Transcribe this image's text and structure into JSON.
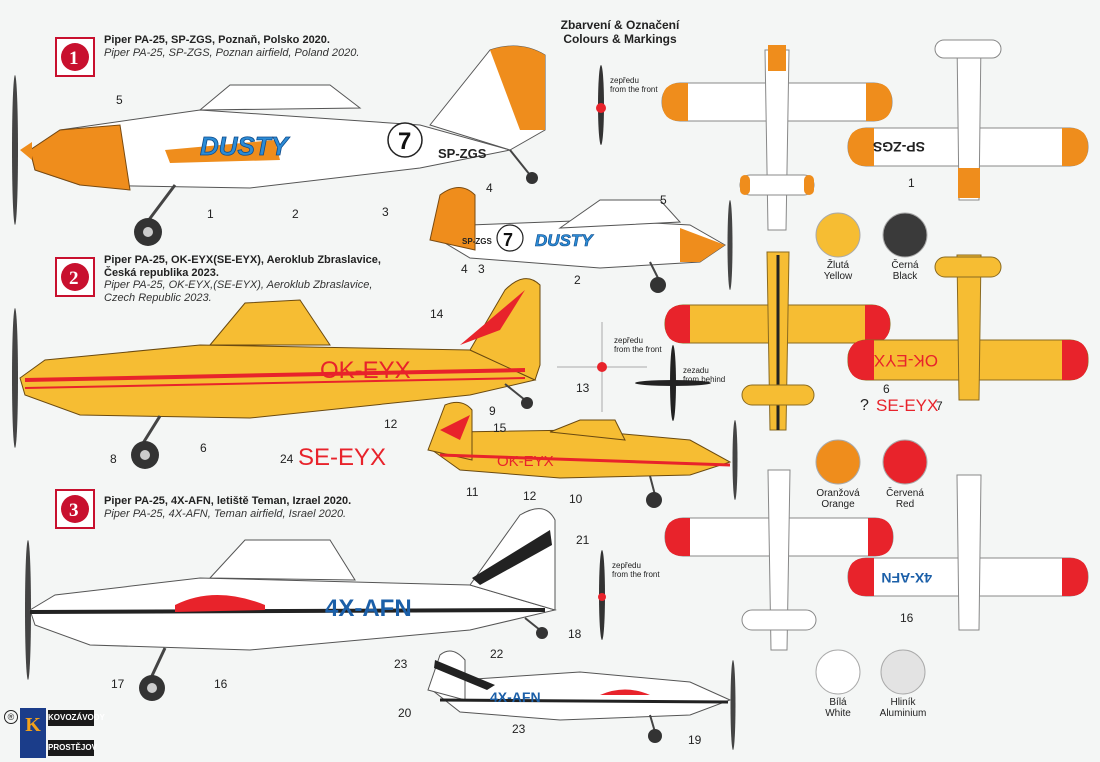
{
  "title": {
    "line1": "Zbarvení & Označení",
    "line2": "Colours & Markings"
  },
  "schemes": [
    {
      "number": "1",
      "cz": "Piper PA-25, SP-ZGS, Poznaň, Polsko 2020.",
      "en": "Piper PA-25, SP-ZGS, Poznan airfield, Poland 2020.",
      "registration": "SP-ZGS",
      "name": "DUSTY",
      "race_number": "7"
    },
    {
      "number": "2",
      "cz1": "Piper PA-25, OK-EYX(SE-EYX), Aeroklub Zbraslavice,",
      "cz2": "Česká republika 2023.",
      "en1": "Piper PA-25, OK-EYX,(SE-EYX), Aeroklub Zbraslavice,",
      "en2": "Czech Republic 2023.",
      "registration": "OK-EYX",
      "alt_registration": "SE-EYX",
      "wing_top": "OK-EYX",
      "wing_bottom": "SE-EYX"
    },
    {
      "number": "3",
      "cz": "Piper PA-25, 4X-AFN, letiště Teman, Izrael 2020.",
      "en": "Piper PA-25, 4X-AFN, Teman airfield, Israel 2020.",
      "registration": "4X-AFN"
    }
  ],
  "view_labels": {
    "front_cz": "zepředu",
    "front_en": "from the front",
    "behind_cz": "zezadu",
    "behind_en": "from behind"
  },
  "swatches": [
    {
      "cz": "Žlutá",
      "en": "Yellow",
      "color": "#f6bd33"
    },
    {
      "cz": "Černá",
      "en": "Black",
      "color": "#3a3a3a"
    },
    {
      "cz": "Oranžová",
      "en": "Orange",
      "color": "#ef8d1c"
    },
    {
      "cz": "Červená",
      "en": "Red",
      "color": "#e8232b"
    },
    {
      "cz": "Bílá",
      "en": "White",
      "color": "#ffffff"
    },
    {
      "cz": "Hliník",
      "en": "Aluminium",
      "color": "#e3e3e3"
    }
  ],
  "callouts": {
    "s1": [
      "5",
      "1",
      "2",
      "3",
      "4"
    ],
    "s1b": [
      "5",
      "4",
      "3",
      "2"
    ],
    "s2": [
      "14",
      "6",
      "8",
      "12",
      "9",
      "24"
    ],
    "s2b": [
      "15",
      "11",
      "12",
      "10"
    ],
    "s2top": [
      "13",
      "6",
      "?",
      "7"
    ],
    "s3": [
      "21",
      "18",
      "17",
      "16",
      "23"
    ],
    "s3b": [
      "22",
      "20",
      "23",
      "19"
    ],
    "s3top": [
      "16"
    ],
    "s1top": [
      "1"
    ]
  },
  "logo": {
    "line1": "KOVOZÁVODY",
    "line2": "PROSTĚJOV",
    "mark": "K",
    "symbol": "®"
  }
}
